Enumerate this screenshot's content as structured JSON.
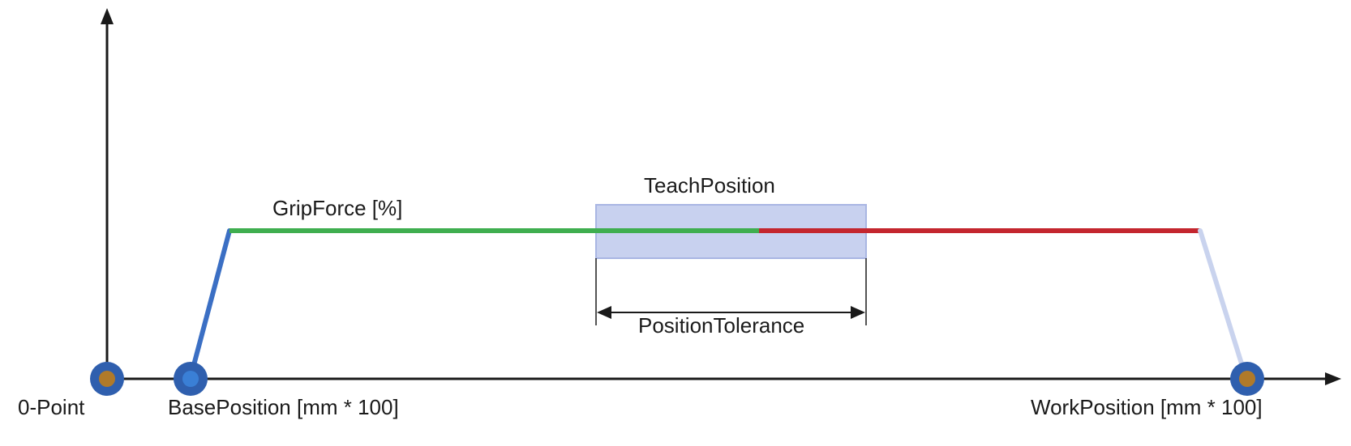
{
  "labels": {
    "zero_point": "0-Point",
    "base_position": "BasePosition [mm * 100]",
    "work_position": "WorkPosition [mm * 100]",
    "grip_force": "GripForce [%]",
    "teach_position": "TeachPosition",
    "position_tolerance": "PositionTolerance"
  },
  "colors": {
    "axis": "#1a1a1a",
    "marker_ring": "#2f5fae",
    "marker_core_zero": "#b07a2a",
    "marker_core_base": "#3a7fd6",
    "marker_core_work": "#b07a2a",
    "ramp_up": "#3b6fc4",
    "force_before_teach": "#3fae4f",
    "force_after_teach": "#c4262e",
    "ramp_down": "#c9d3ee",
    "teach_box_fill": "#c8d1ef",
    "teach_box_stroke": "#a9b6e3"
  }
}
